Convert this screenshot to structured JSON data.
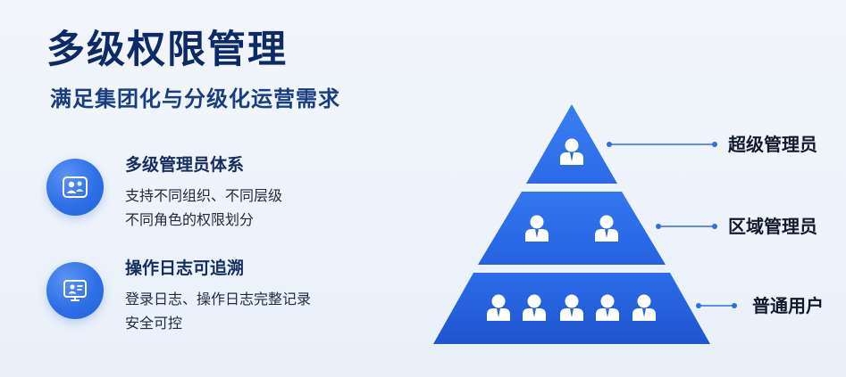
{
  "header": {
    "title": "多级权限管理",
    "subtitle": "满足集团化与分级化运营需求"
  },
  "features": [
    {
      "icon": "admin-group-icon",
      "title": "多级管理员体系",
      "desc_line1": "支持不同组织、不同层级",
      "desc_line2": "不同角色的权限划分"
    },
    {
      "icon": "log-screen-icon",
      "title": "操作日志可追溯",
      "desc_line1": "登录日志、操作日志完整记录",
      "desc_line2": "安全可控"
    }
  ],
  "pyramid": {
    "levels": [
      {
        "label": "超级管理员",
        "user_count": 1
      },
      {
        "label": "区域管理员",
        "user_count": 2
      },
      {
        "label": "普通用户",
        "user_count": 5
      }
    ],
    "colors": {
      "top": "#2f72ec",
      "middle": "#2a6ae6",
      "bottom": "#2258d4",
      "connector": "#2f6fe6"
    }
  }
}
